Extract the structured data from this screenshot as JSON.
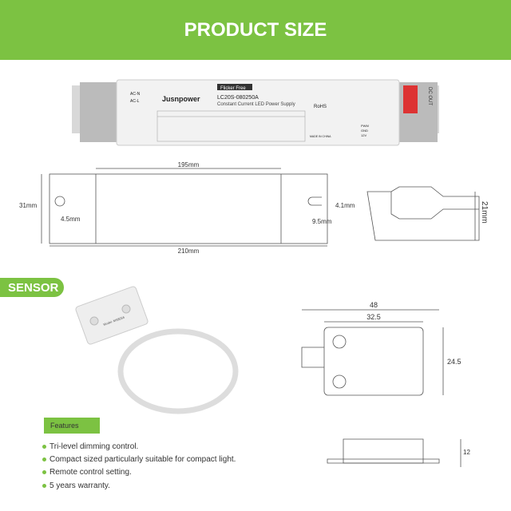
{
  "header": {
    "title": "PRODUCT SIZE"
  },
  "driver_label": {
    "flicker": "Flicker Free",
    "brand": "Jusnpower",
    "model": "LC20S-080250A",
    "desc": "Constant Current LED Power Supply",
    "rohs": "RoHS",
    "made": "MADE IN CHINA",
    "dc_out": "DC OUT",
    "pins": [
      "AC-N",
      "AC-L"
    ],
    "pwm": [
      "PWM",
      "GND",
      "12V"
    ]
  },
  "dimensions": {
    "length_inner": "195mm",
    "height": "31mm",
    "hole": "4.5mm",
    "slot_h": "4.1mm",
    "slot_w": "9.5mm",
    "length_total": "210mm",
    "depth": "21mm"
  },
  "sensor": {
    "badge": "SENSOR",
    "width_total": "48",
    "width_body": "32.5",
    "height": "24.5",
    "depth": "12",
    "model_label": "Model: MS8056"
  },
  "features": {
    "title": "Features",
    "items": [
      "Tri-level dimming control.",
      "Compact sized particularly suitable for compact light.",
      "Remote control setting.",
      "5 years warranty."
    ]
  },
  "colors": {
    "accent": "#7cc242"
  }
}
